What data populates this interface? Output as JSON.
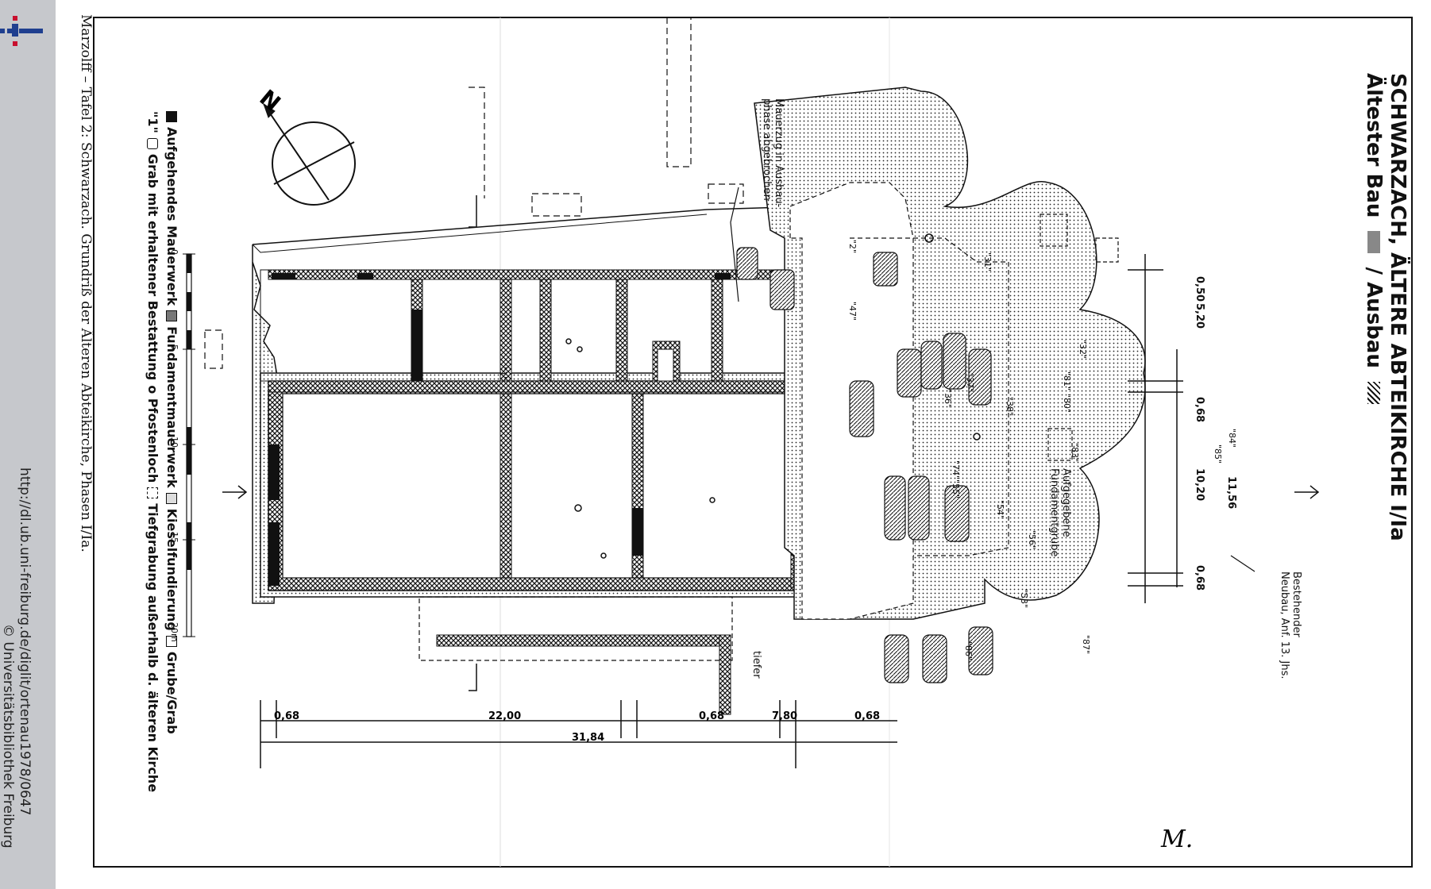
{
  "sidebar": {
    "url": "http://dl.ub.uni-freiburg.de/diglit/ortenau1978/0647",
    "copyright": "© Universitätsbibliothek Freiburg",
    "logo_icon": "ub-freiburg-logo-icon"
  },
  "plate": {
    "title_line1": "SCHWARZACH, ÄLTERE ABTEIKIRCHE I/Ia",
    "title_line2_a": "Ältester Bau",
    "title_line2_b": "/ Ausbau",
    "caption": "Marzolff – Tafel 2: Schwarzach. Grundriß der Älteren Abteikirche, Phasen I/Ia.",
    "legend": {
      "aufgehendes": "Aufgehendes Mauerwerk",
      "fundament": "Fundamentmauerwerk",
      "kiesel": "Kieselfundierung",
      "grube": "Grube/Grab",
      "grab_prefix": "\"1\"",
      "grab": "Grab mit erhaltener Bestattung",
      "pfosten": "o Pfostenloch",
      "tiefgrabung": "Tiefgrabung außerhalb d. älteren Kirche"
    },
    "scale": {
      "t0": "0",
      "t5": "5",
      "t10": "10",
      "t15": "15",
      "t20": "20m"
    },
    "north": "N",
    "notes": {
      "mauerzug": [
        "Mauerzug in Ausbau-",
        "phase abgebrochen"
      ],
      "neubau": [
        "Bestehender",
        "Neubau, Anf. 13. Jhs."
      ],
      "aufgegebene": [
        "Aufgegebene",
        "Fundamentgrube"
      ],
      "tiefer": "tiefer"
    },
    "dimensions": {
      "h1": "0,68",
      "h2": "22,00",
      "h3": "0,68",
      "h4": "7,80",
      "h5": "0,68",
      "total": "31,84",
      "v1": "0,50",
      "v2": "5,20",
      "v3": "0,68",
      "v4": "10,20",
      "v5": "0,68",
      "v6": "11,56"
    },
    "grave_labels": [
      "\"1\"",
      "\"2\"",
      "\"47\"",
      "\"31\"",
      "\"32\"",
      "\"36\"",
      "\"37\"",
      "\"38\"",
      "\"81\"",
      "\"80\"",
      "\"83\"",
      "\"84\"",
      "\"85\"",
      "\"74\"",
      "\"55\"",
      "\"54\"",
      "\"56\"",
      "\"53\"",
      "\"87\"",
      "\"86\""
    ],
    "initial": "M."
  }
}
